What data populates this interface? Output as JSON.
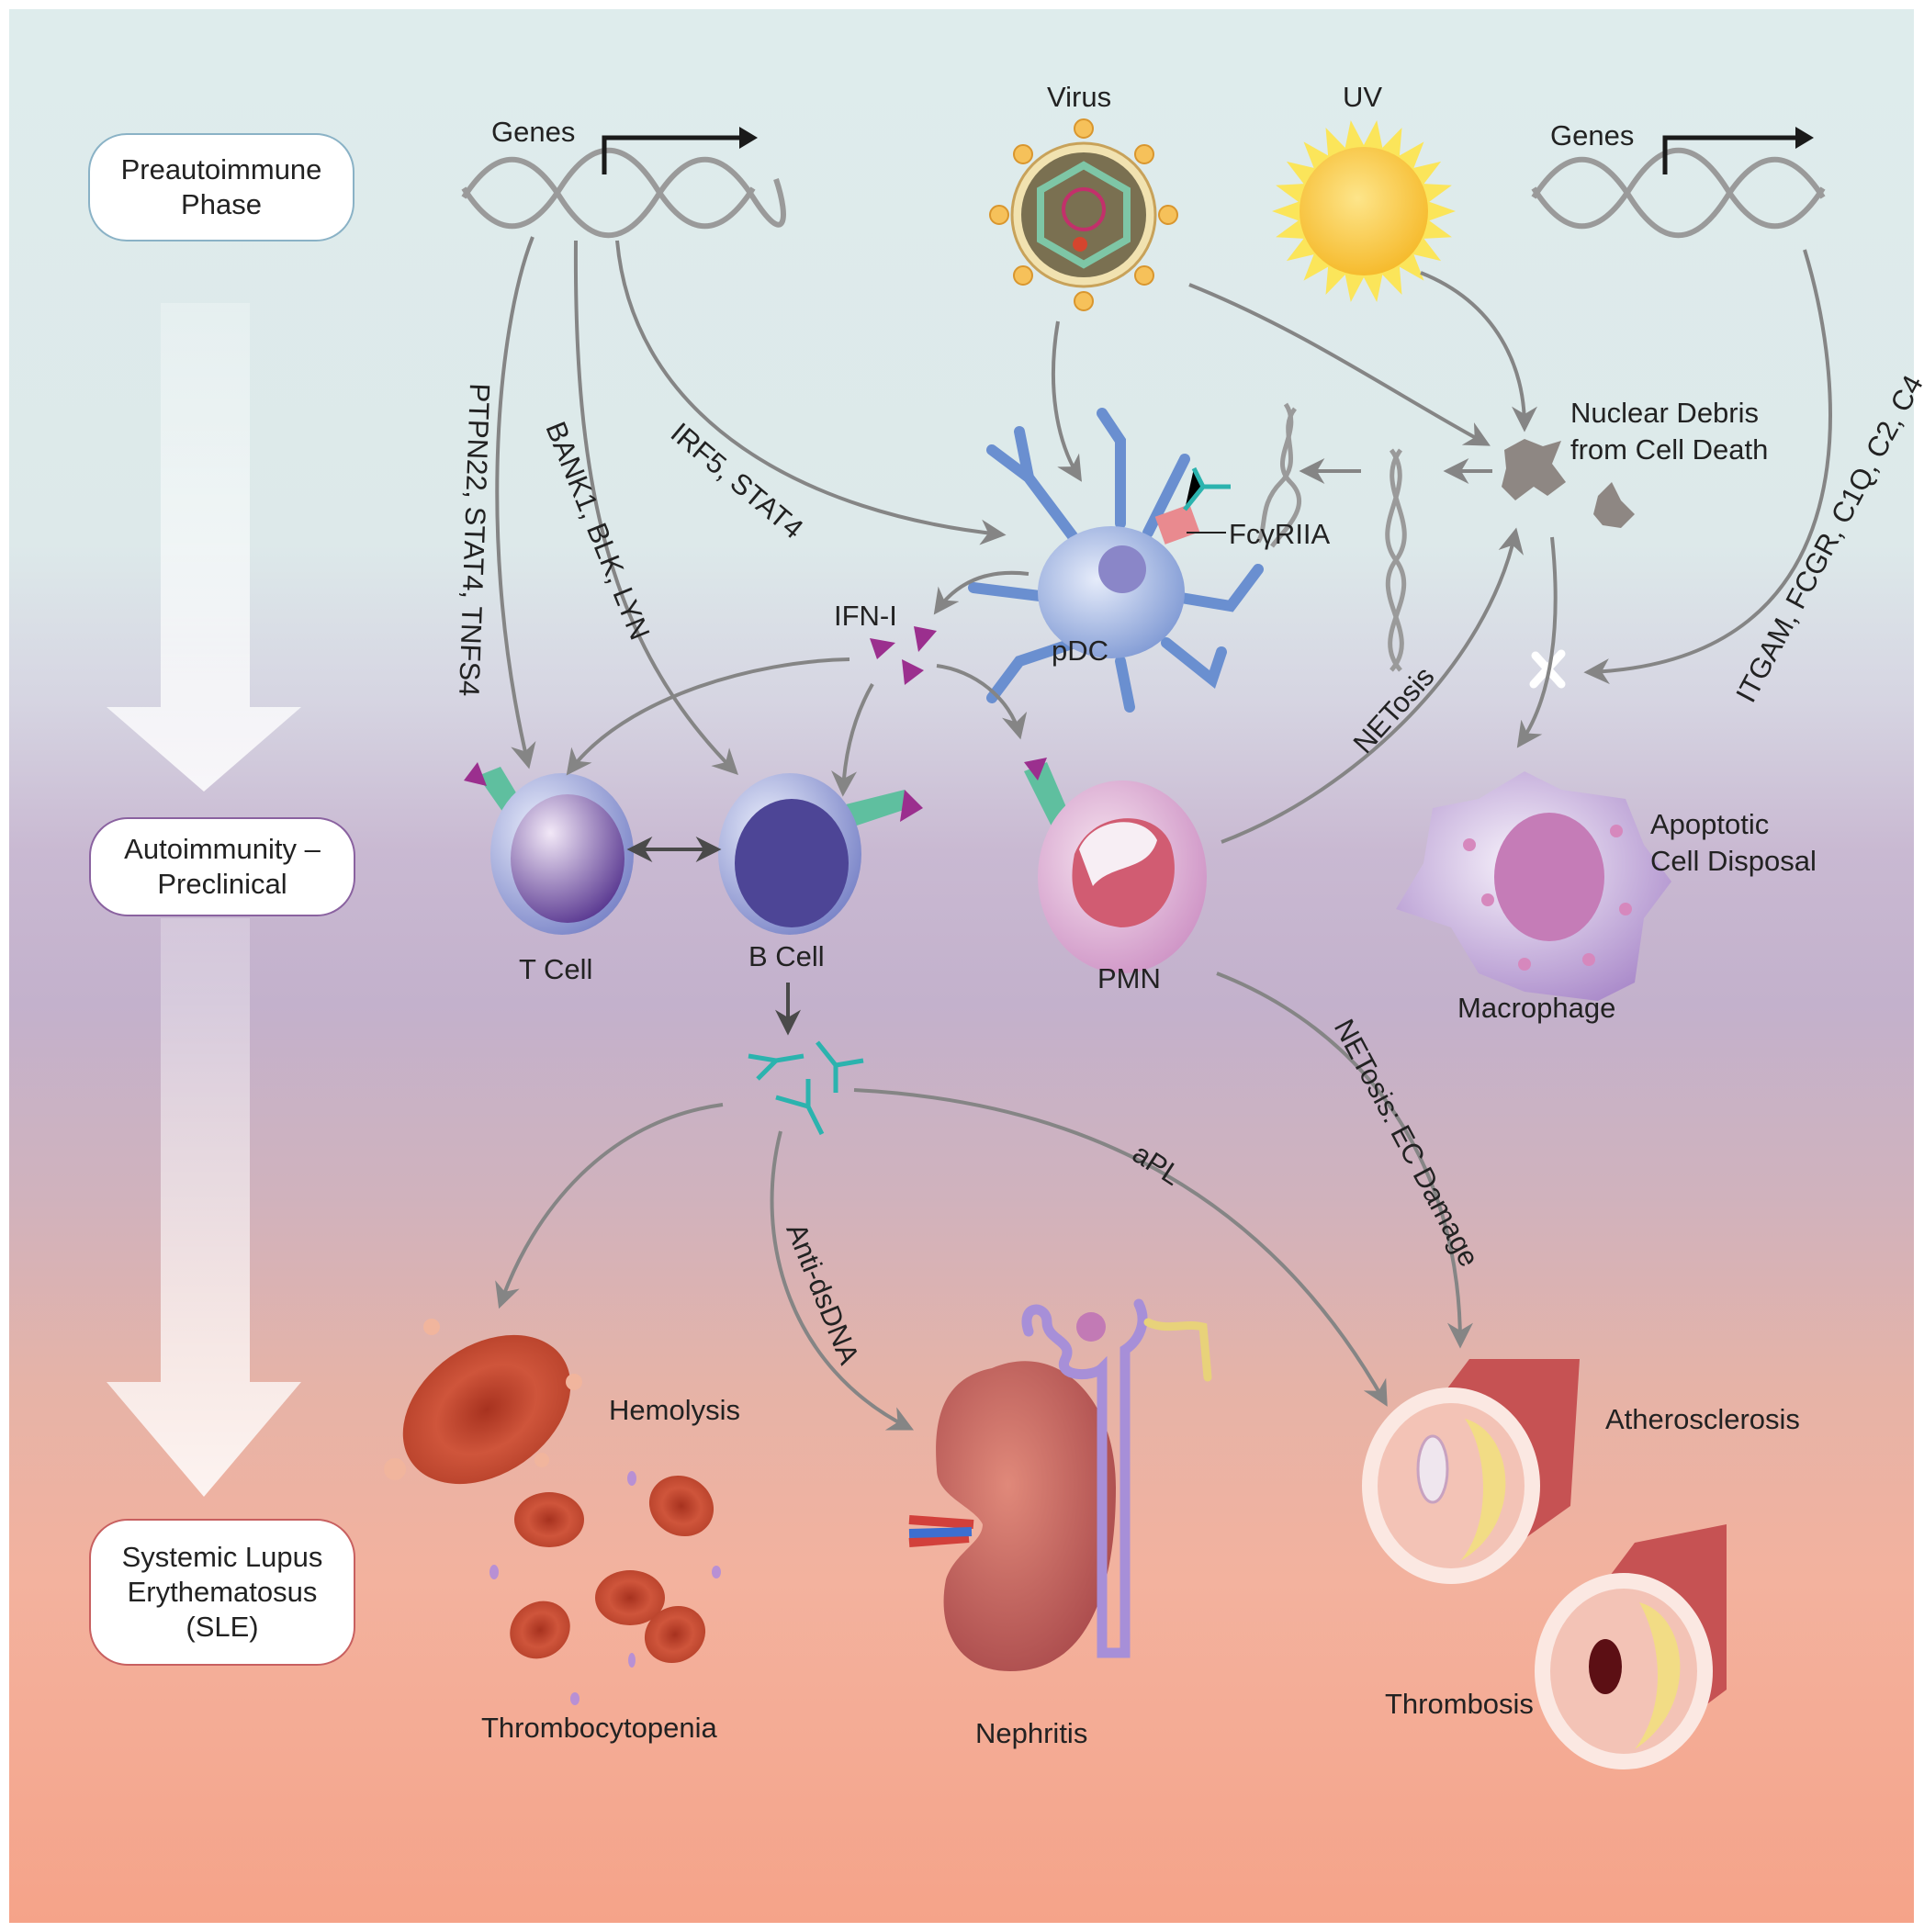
{
  "phases": [
    {
      "line1": "Preautoimmune",
      "line2": "Phase",
      "line3": ""
    },
    {
      "line1": "Autoimmunity –",
      "line2": "Preclinical",
      "line3": ""
    },
    {
      "line1": "Systemic Lupus",
      "line2": "Erythematosus",
      "line3": "(SLE)"
    }
  ],
  "triggers": {
    "genes_left": "Genes",
    "virus": "Virus",
    "uv": "UV",
    "genes_right": "Genes",
    "nuclear_debris_line1": "Nuclear Debris",
    "nuclear_debris_line2": "from Cell Death"
  },
  "gene_labels": {
    "t_cell_genes": "PTPN22, STAT4, TNFS4",
    "b_cell_genes": "BANK1, BLK, LYN",
    "pdc_genes": "IRF5, STAT4",
    "clearance_genes": "ITGAM, FCGR, C1Q, C2, C4"
  },
  "cells": {
    "pdc": "pDC",
    "receptor": "FcγRIIA",
    "ifn": "IFN-I",
    "t_cell": "T Cell",
    "b_cell": "B Cell",
    "pmn": "PMN",
    "macrophage": "Macrophage",
    "apoptotic_line1": "Apoptotic",
    "apoptotic_line2": "Cell Disposal"
  },
  "pathways": {
    "netosis": "NETosis",
    "netosis_ec": "NETosis: EC Damage",
    "apl": "aPL",
    "anti_dsdna": "Anti-dsDNA"
  },
  "outcomes": {
    "hemolysis": "Hemolysis",
    "thrombocytopenia": "Thrombocytopenia",
    "nephritis": "Nephritis",
    "atherosclerosis": "Atherosclerosis",
    "thrombosis": "Thrombosis"
  },
  "colors": {
    "arrow": "#858585",
    "antibody": "#2bb3ae",
    "ifn": "#9b2f8e",
    "rbc": "#c0452e",
    "pdc": "#6e8fcf"
  }
}
